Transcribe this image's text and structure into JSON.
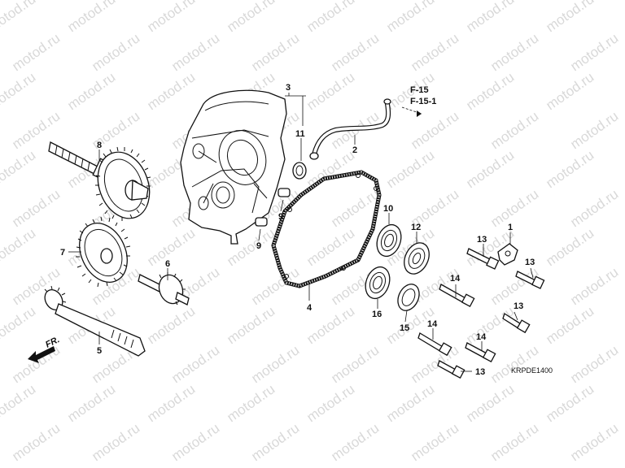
{
  "watermark": {
    "text": "motod.ru"
  },
  "diagram_code": "KRPDE1400",
  "front_indicator": "FR.",
  "reference": {
    "line1": "F-15",
    "line2": "F-15-1"
  },
  "callouts": {
    "c1": "1",
    "c2": "2",
    "c3": "3",
    "c4": "4",
    "c5": "5",
    "c6": "6",
    "c7": "7",
    "c8": "8",
    "c9a": "9",
    "c9b": "9",
    "c10": "10",
    "c11": "11",
    "c12": "12",
    "c13a": "13",
    "c13b": "13",
    "c13c": "13",
    "c13d": "13",
    "c14a": "14",
    "c14b": "14",
    "c14c": "14",
    "c15": "15",
    "c16": "16"
  }
}
